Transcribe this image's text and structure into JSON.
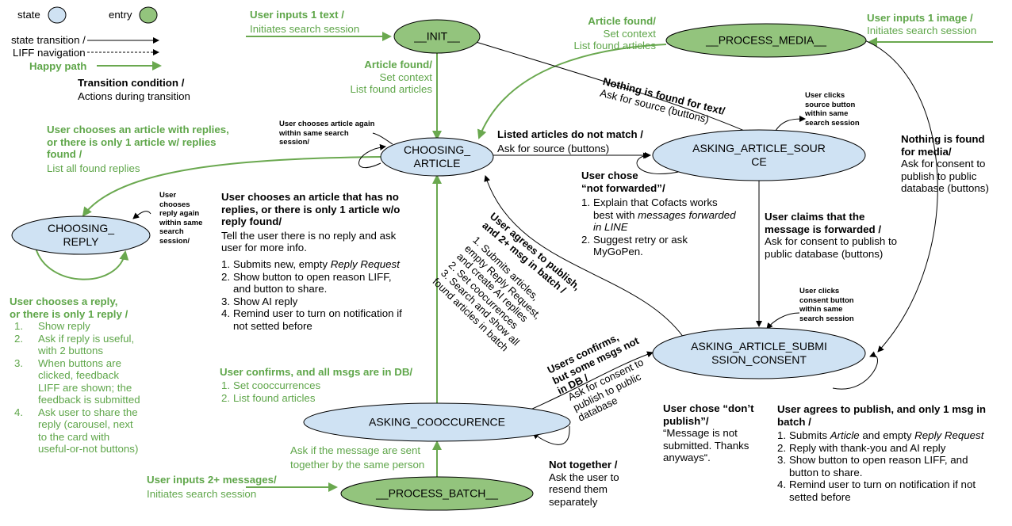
{
  "legend": {
    "state": "state",
    "entry": "entry",
    "transition_line1": "state transition /",
    "transition_line2": "LIFF navigation",
    "happy_path": "Happy path",
    "condition_title": "Transition condition /",
    "condition_sub": "Actions during transition",
    "state_color": "#cfe2f3",
    "entry_color": "#93c47d",
    "happy_color": "#6aa84f"
  },
  "nodes": {
    "init": "__INIT__",
    "process_media": "__PROCESS_MEDIA__",
    "choosing_article_l1": "CHOOSING_",
    "choosing_article_l2": "ARTICLE",
    "asking_source_l1": "ASKING_ARTICLE_SOUR",
    "asking_source_l2": "CE",
    "choosing_reply_l1": "CHOOSING_",
    "choosing_reply_l2": "REPLY",
    "asking_consent_l1": "ASKING_ARTICLE_SUBMI",
    "asking_consent_l2": "SSION_CONSENT",
    "asking_cooccurrence": "ASKING_COOCCURENCE",
    "process_batch": "__PROCESS_BATCH__"
  },
  "labels": {
    "user_inputs_text_l1": "User inputs 1 text /",
    "user_inputs_text_l2": "Initiates search session",
    "article_found_top_l1": "Article found/",
    "article_found_top_l2": "Set context",
    "article_found_top_l3": "List found articles",
    "user_inputs_image_l1": "User inputs 1 image /",
    "user_inputs_image_l2": "Initiates search session",
    "article_found_mid_l1": "Article found/",
    "article_found_mid_l2": "Set context",
    "article_found_mid_l3": "List found articles",
    "nothing_text_l1": "Nothing is found for text/",
    "nothing_text_l2": "Ask for source (buttons)",
    "src_again_l1": "User clicks",
    "src_again_l2": "source button",
    "src_again_l3": "within same",
    "src_again_l4": "search session",
    "choose_again_l1": "User chooses article again",
    "choose_again_l2": "within same search",
    "choose_again_l3": "session/",
    "listed_nomatch_l1": "Listed articles do not match /",
    "listed_nomatch_l2": "Ask for source (buttons)",
    "nothing_media_l1": "Nothing is found",
    "nothing_media_l2": "for media/",
    "nothing_media_l3": "Ask for consent to",
    "nothing_media_l4": "publish to public",
    "nothing_media_l5": "database (buttons)",
    "choose_replies_l1": "User chooses an article with replies,",
    "choose_replies_l2": "or there is only 1 article w/ replies",
    "choose_replies_l3": "found /",
    "choose_replies_l4": "List all found replies",
    "reply_again_l1": "User",
    "reply_again_l2": "chooses",
    "reply_again_l3": "reply again",
    "reply_again_l4": "within same",
    "reply_again_l5": "search",
    "reply_again_l6": "session/",
    "no_replies_l1": "User chooses an article that has no",
    "no_replies_l2": "replies, or there is only 1 article w/o",
    "no_replies_l3": "reply found/",
    "no_replies_l4": "Tell the user there is no reply and ask",
    "no_replies_l5": "user for more info.",
    "not_forwarded_l1": "User chose",
    "not_forwarded_l2": "“not forwarded”/",
    "nf_1_a": "Explain that Cofacts works",
    "nf_1_b": "best with ",
    "nf_1_c": "messages forwarded",
    "nf_1_d": "in LINE",
    "nf_2_a": "Suggest retry or ask",
    "nf_2_b": "MyGoPen.",
    "claims_fwd_l1": "User claims that the",
    "claims_fwd_l2": "message is forwarded /",
    "claims_fwd_l3": "Ask for consent to publish to",
    "claims_fwd_l4": "public database (buttons)",
    "consent_again_l1": "User clicks",
    "consent_again_l2": "consent button",
    "consent_again_l3": "within same",
    "consent_again_l4": "search session",
    "batch_publish_l1": "User agrees to publish,",
    "batch_publish_l2": "and 2+ msg in batch /",
    "batch_publish_l3": "1. Submits articles,",
    "batch_publish_l4": "empty Reply Request,",
    "batch_publish_l5": "and create AI replies",
    "batch_publish_l6": "2. Set coocurrences",
    "batch_publish_l7": "3. Search and show all",
    "batch_publish_l8": "found articles in batch",
    "choose_reply_l1": "User chooses a reply,",
    "choose_reply_l2": "or there is only 1 reply /",
    "confirms_all_l1": "User confirms, and all msgs are in DB/",
    "not_in_db_l1": "Users confirms,",
    "not_in_db_l2": "but some msgs not",
    "not_in_db_l3": "in DB /",
    "not_in_db_l4": "Ask for consent to",
    "not_in_db_l5": "publish to public",
    "not_in_db_l6": "database",
    "dont_publish_l1": "User chose “don’t",
    "dont_publish_l2": "publish”/",
    "dont_publish_l3": "“Message is not",
    "dont_publish_l4": "submitted. Thanks",
    "dont_publish_l5": "anyways“.",
    "one_msg_l1": "User agrees to publish, and only 1 msg in",
    "one_msg_l2": "batch /",
    "ask_same_l1": "Ask if the message are sent",
    "ask_same_l2": "together by the same person",
    "inputs_2_l1": "User inputs 2+ messages/",
    "inputs_2_l2": "Initiates search session",
    "not_together_l1": "Not together /",
    "not_together_l2": "Ask the user to",
    "not_together_l3": "resend them",
    "not_together_l4": "separately"
  },
  "lists": {
    "no_replies": [
      {
        "n": "1.",
        "pre": "Submits new, empty ",
        "em": "Reply Request",
        "post": ""
      },
      {
        "n": "2.",
        "pre": "Show button to open reason LIFF,",
        "em": "",
        "post": ""
      },
      {
        "n": "",
        "pre": "and button to share.",
        "em": "",
        "post": ""
      },
      {
        "n": "3.",
        "pre": "Show AI reply",
        "em": "",
        "post": ""
      },
      {
        "n": "4.",
        "pre": "Remind user to turn on notification if",
        "em": "",
        "post": ""
      },
      {
        "n": "",
        "pre": "not setted before",
        "em": "",
        "post": ""
      }
    ],
    "choose_reply": [
      {
        "n": "1.",
        "text": "Show reply"
      },
      {
        "n": "2.",
        "text": "Ask if reply is useful,"
      },
      {
        "n": "",
        "text": "with 2 buttons"
      },
      {
        "n": "3.",
        "text": "When buttons are"
      },
      {
        "n": "",
        "text": "clicked, feedback"
      },
      {
        "n": "",
        "text": "LIFF are shown; the"
      },
      {
        "n": "",
        "text": "feedback is submitted"
      },
      {
        "n": "4.",
        "text": "Ask user to share the"
      },
      {
        "n": "",
        "text": "reply (carousel, next"
      },
      {
        "n": "",
        "text": "to the card with"
      },
      {
        "n": "",
        "text": "useful-or-not buttons)"
      }
    ],
    "confirms_all": [
      {
        "n": "1.",
        "text": "Set cooccurrences"
      },
      {
        "n": "2.",
        "text": "List found articles"
      }
    ],
    "one_msg": [
      {
        "n": "1.",
        "pre": "Submits ",
        "em": "Article",
        "mid": " and empty ",
        "em2": "Reply Request"
      },
      {
        "n": "2.",
        "pre": "Reply with thank-you and AI reply",
        "em": "",
        "mid": "",
        "em2": ""
      },
      {
        "n": "3.",
        "pre": "Show button to open reason LIFF, and",
        "em": "",
        "mid": "",
        "em2": ""
      },
      {
        "n": "",
        "pre": "button to share.",
        "em": "",
        "mid": "",
        "em2": ""
      },
      {
        "n": "4.",
        "pre": "Remind user to turn on notification if not",
        "em": "",
        "mid": "",
        "em2": ""
      },
      {
        "n": "",
        "pre": "setted before",
        "em": "",
        "mid": "",
        "em2": ""
      }
    ]
  }
}
